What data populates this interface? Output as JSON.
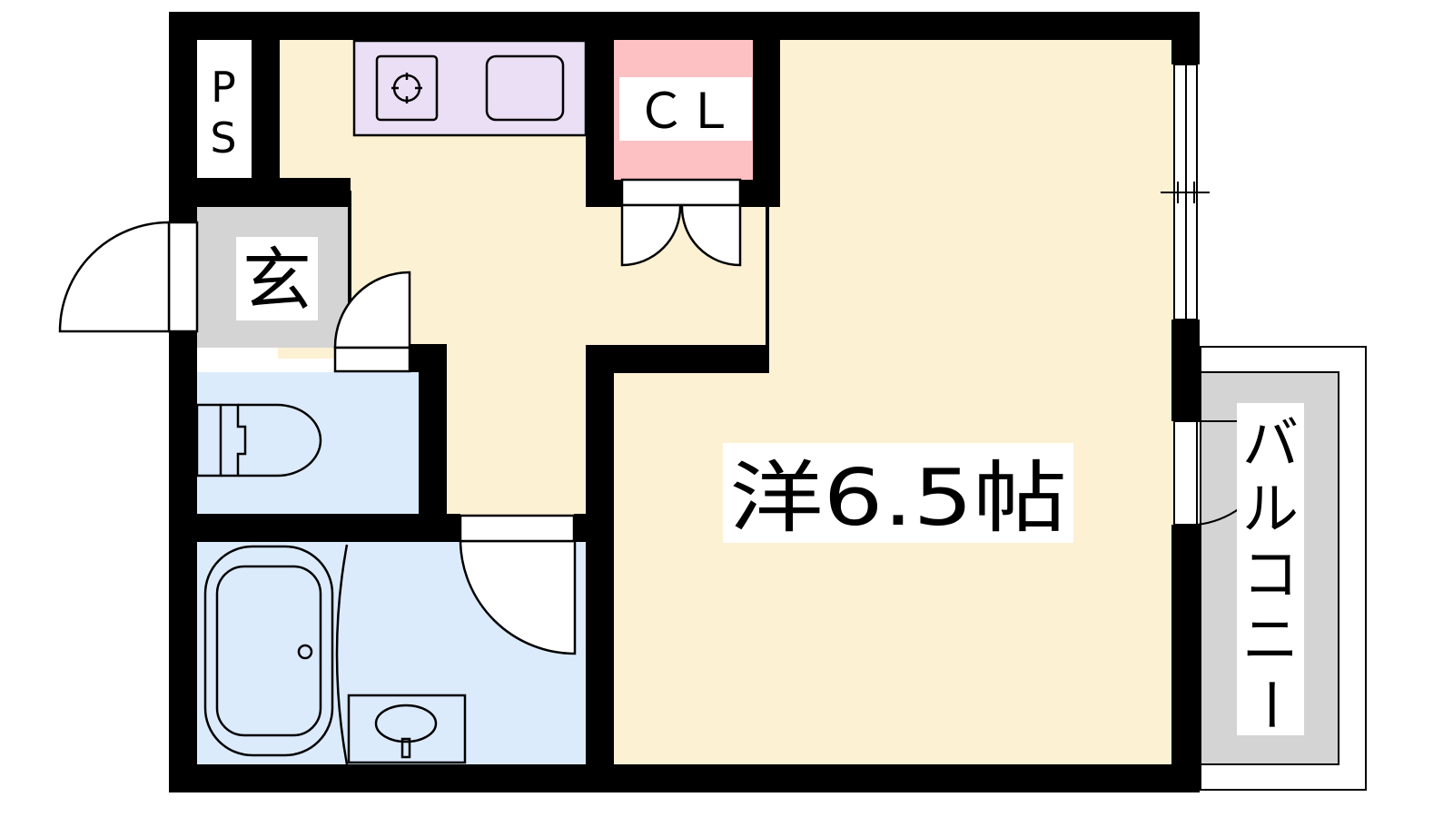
{
  "labels": {
    "ps_line1": "P",
    "ps_line2": "S",
    "closet": "ＣＬ",
    "entrance": "玄",
    "western_room": "洋6.5帖",
    "balcony_chars": [
      "バ",
      "ル",
      "コ",
      "ニ",
      "ー"
    ]
  },
  "colors": {
    "living_floor": "#FDF1D3",
    "wet_area": "#DCEBFC",
    "entrance": "#D4D4D4",
    "closet": "#FDC1C4",
    "kitchen": "#EADFF4",
    "balcony": "#D4D4D4",
    "wall": "#000000"
  }
}
